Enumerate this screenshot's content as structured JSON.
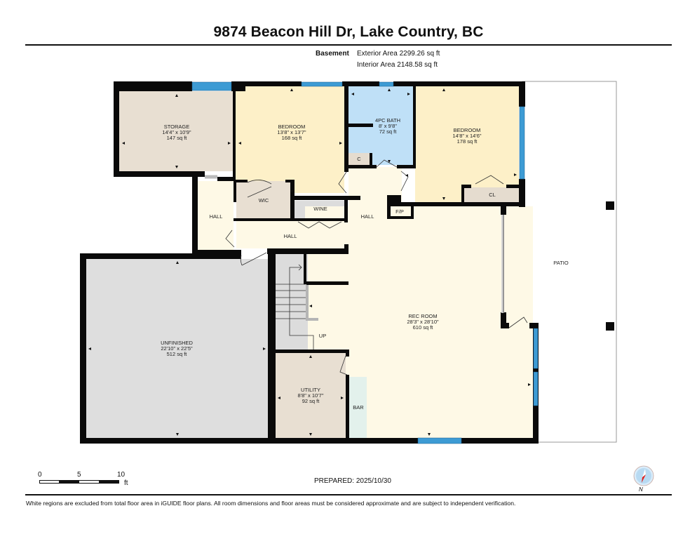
{
  "header": {
    "title": "9874 Beacon Hill Dr, Lake Country, BC",
    "level": "Basement",
    "exterior_area": "Exterior Area 2299.26 sq ft",
    "interior_area": "Interior Area 2148.58 sq ft"
  },
  "rooms": {
    "storage": {
      "name": "STORAGE",
      "dims": "14'4\" x 10'9\"",
      "area": "147 sq ft"
    },
    "bedroom1": {
      "name": "BEDROOM",
      "dims": "13'8\" x 13'7\"",
      "area": "168 sq ft"
    },
    "bath": {
      "name": "4PC BATH",
      "dims": "8' x 9'8\"",
      "area": "72 sq ft"
    },
    "bedroom2": {
      "name": "BEDROOM",
      "dims": "14'8\" x 14'6\"",
      "area": "178 sq ft"
    },
    "closet_c": {
      "name": "C"
    },
    "closet_cl": {
      "name": "CL"
    },
    "fireplace": {
      "name": "F/P"
    },
    "wic": {
      "name": "WIC"
    },
    "wine": {
      "name": "WINE"
    },
    "hall_left": {
      "name": "HALL"
    },
    "hall_mid": {
      "name": "HALL"
    },
    "hall_right": {
      "name": "HALL"
    },
    "unfinished": {
      "name": "UNFINISHED",
      "dims": "22'10\" x 22'5\"",
      "area": "512 sq ft"
    },
    "utility": {
      "name": "UTILITY",
      "dims": "8'8\" x 10'7\"",
      "area": "92 sq ft"
    },
    "rec_room": {
      "name": "REC ROOM",
      "dims": "28'3\" x 28'10\"",
      "area": "610 sq ft"
    },
    "bar": {
      "name": "BAR"
    },
    "stairs": {
      "name": "UP"
    },
    "patio": {
      "name": "PATIO"
    }
  },
  "colors": {
    "wall": "#0a0a0a",
    "window": "#3d9bd4",
    "bedroom": "#fdf0c8",
    "hall": "#fef9e6",
    "storage": "#e8dfd2",
    "bath": "#bfe0f7",
    "unfinished": "#dedede",
    "wine": "#dcdcdc",
    "bar": "#e3f1ec",
    "compass_needle": "#e0201c",
    "compass_ring": "#b8daf2"
  },
  "scale_bar": {
    "labels": [
      "0",
      "5",
      "10"
    ],
    "unit": "ft"
  },
  "footer": {
    "prepared": "PREPARED: 2025/10/30",
    "compass_label": "N",
    "disclaimer": "White regions are excluded from total floor area in iGUIDE floor plans. All room dimensions and floor areas must be considered approximate and are subject to independent verification."
  }
}
